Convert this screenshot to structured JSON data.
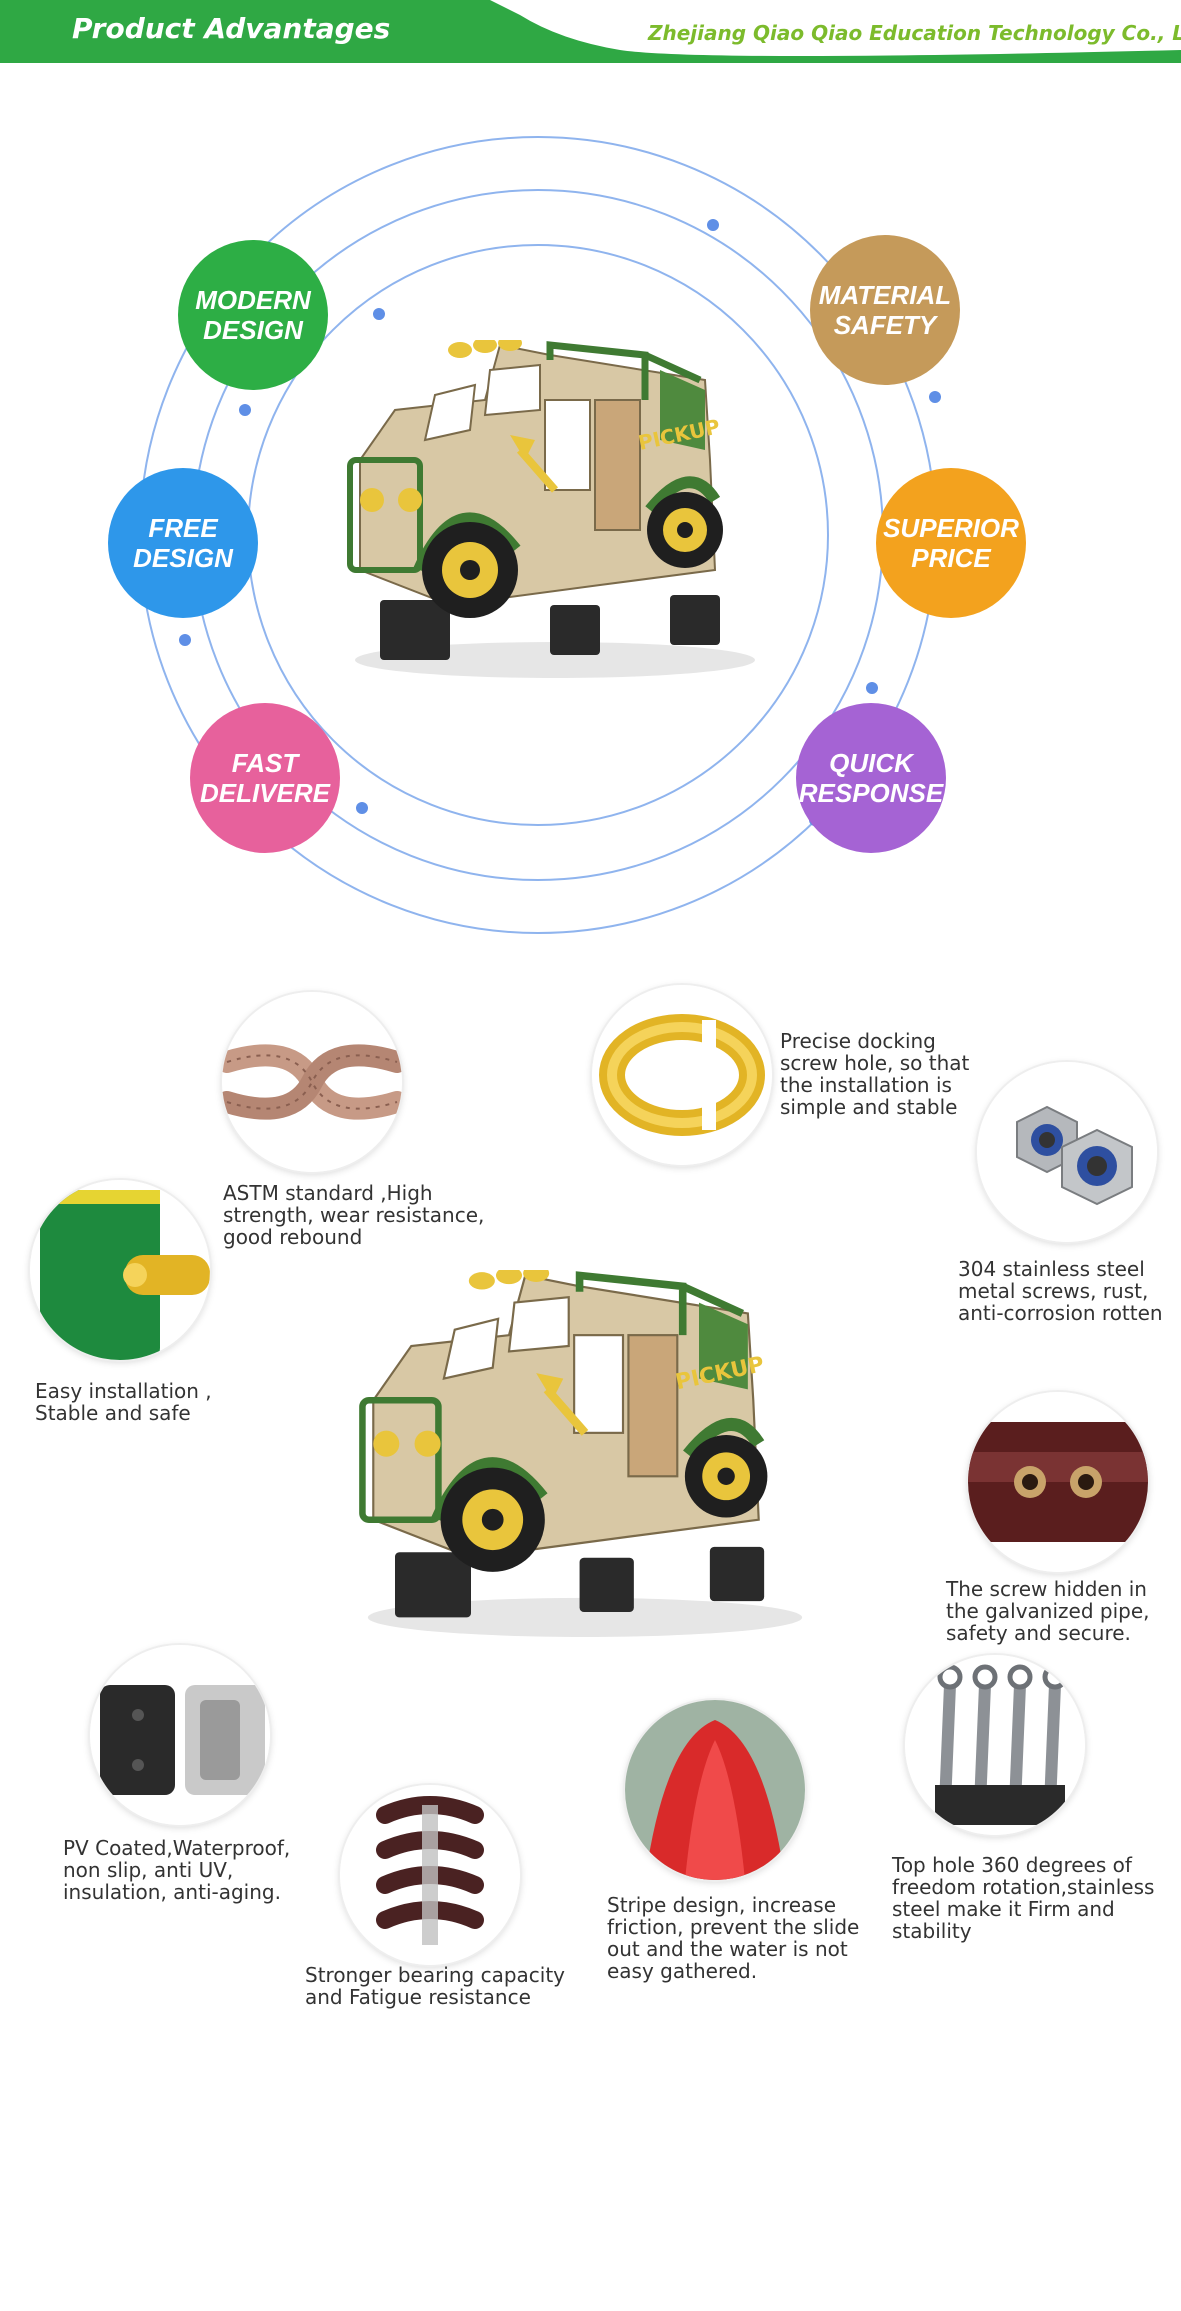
{
  "header": {
    "title": "Product Advantages",
    "company": "Zhejiang Qiao Qiao Education Technology Co., Ltd"
  },
  "colors": {
    "header_green": "#2fa844",
    "company_green": "#7cbb2c",
    "ring_blue": "#8fb4ee",
    "modern_design": "#2dae45",
    "material_safety": "#c59a5a",
    "free_design": "#2e97ea",
    "superior_price": "#f3a21e",
    "fast_delivere": "#e7619c",
    "quick_response": "#a563d4"
  },
  "advantages": [
    {
      "label": "MODERN\nDESIGN",
      "color": "#2dae45"
    },
    {
      "label": "MATERIAL\nSAFETY",
      "color": "#c59a5a"
    },
    {
      "label": "FREE\nDESIGN",
      "color": "#2e97ea"
    },
    {
      "label": "SUPERIOR\nPRICE",
      "color": "#f3a21e"
    },
    {
      "label": "FAST\nDELIVERE",
      "color": "#e7619c"
    },
    {
      "label": "QUICK\nRESPONSE",
      "color": "#a563d4"
    }
  ],
  "product": {
    "car_label": "PICKUP",
    "icon": "pickup-truck-rocker"
  },
  "features": [
    {
      "caption": "ASTM standard ,High\nstrength, wear resistance,\ngood rebound",
      "icon": "rope-knot-icon"
    },
    {
      "caption": "Precise docking\nscrew hole, so that\nthe installation is\nsimple and stable",
      "icon": "clamp-ring-icon"
    },
    {
      "caption": "304 stainless steel\nmetal screws, rust,\nanti-corrosion rotten",
      "icon": "lock-nut-icon"
    },
    {
      "caption": "Easy installation ,\nStable and safe",
      "icon": "panel-connector-icon"
    },
    {
      "caption": "The screw hidden in\nthe galvanized pipe,\nsafety and secure.",
      "icon": "hidden-screw-icon"
    },
    {
      "caption": "PV Coated,Waterproof,\nnon slip, anti UV,\ninsulation, anti-aging.",
      "icon": "coated-chain-icon"
    },
    {
      "caption": "Stronger bearing capacity\nand Fatigue resistance",
      "icon": "spring-coil-icon"
    },
    {
      "caption": "Stripe design, increase\nfriction, prevent the slide\nout and the water is not\neasy gathered.",
      "icon": "slide-surface-icon"
    },
    {
      "caption": "Top hole 360 degrees of\nfreedom rotation,stainless\nsteel make it Firm and\nstability",
      "icon": "swivel-hook-icon"
    }
  ]
}
